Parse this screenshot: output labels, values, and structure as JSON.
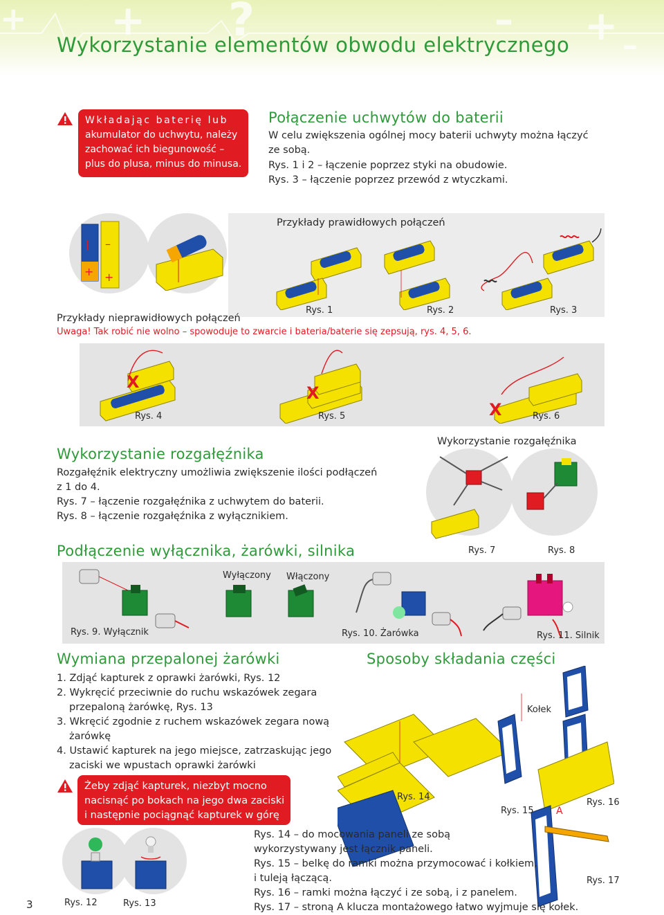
{
  "page": {
    "title": "Wykorzystanie elementów obwodu elektrycznego",
    "number": "3"
  },
  "warning_battery": {
    "lines": [
      "Wkładając baterię lub",
      "akumulator do uchwytu, należy",
      "zachować ich biegunowość –",
      "plus do plusa, minus do minusa."
    ]
  },
  "battery_connection": {
    "heading": "Połączenie uchwytów do baterii",
    "lines": [
      "W celu zwiększenia ogólnej mocy baterii uchwyty można łączyć",
      "ze sobą.",
      "Rys. 1 i 2 – łączenie poprzez styki na obudowie.",
      "Rys. 3 – łączenie poprzez przewód z wtyczkami."
    ]
  },
  "correct_examples": {
    "caption": "Przykłady prawidłowych połączeń",
    "figures": [
      "Rys. 1",
      "Rys. 2",
      "Rys. 3"
    ]
  },
  "incorrect_examples": {
    "caption": "Przykłady nieprawidłowych połączeń",
    "warning_prefix": "Uwaga!",
    "warning_text": " Tak robić nie wolno – spowoduje to zwarcie i bateria/baterie się zepsują, rys. 4, 5, 6.",
    "figures": [
      "Rys. 4",
      "Rys. 5",
      "Rys. 6"
    ]
  },
  "splitter": {
    "heading": "Wykorzystanie rozgałęźnika",
    "figure_caption": "Wykorzystanie rozgałęźnika",
    "lines": [
      "Rozgałęźnik elektryczny umożliwia zwiększenie ilości podłączeń",
      "z 1 do 4.",
      "Rys. 7 – łączenie rozgałęźnika z uchwytem do baterii.",
      "Rys. 8 – łączenie rozgałęźnika z wyłącznikiem."
    ],
    "figures": [
      "Rys. 7",
      "Rys. 8"
    ]
  },
  "connect": {
    "heading": "Podłączenie wyłącznika, żarówki, silnika",
    "off_label": "Wyłączony",
    "on_label": "Włączony",
    "figures": [
      "Rys. 9. Wyłącznik",
      "Rys. 10. Żarówka",
      "Rys. 11. Silnik"
    ]
  },
  "bulb": {
    "heading": "Wymiana przepalonej żarówki",
    "lines": [
      "1. Zdjąć kapturek z oprawki żarówki, Rys. 12",
      "2. Wykręcić przeciwnie do ruchu wskazówek zegara",
      "przepaloną żarówkę, Rys. 13",
      "3. Wkręcić zgodnie z ruchem wskazówek zegara nową",
      "żarówkę",
      "4. Ustawić kapturek na jego miejsce, zatrzaskując jego",
      "zaciski we wpustach oprawki żarówki"
    ],
    "warning_lines": [
      "Żeby zdjąć kapturek, niezbyt mocno",
      "nacisnąć po bokach na jego dwa zaciski",
      "i następnie pociągnąć kapturek w górę"
    ],
    "figures": [
      "Rys. 12",
      "Rys. 13"
    ]
  },
  "assembly": {
    "heading": "Sposoby składania części",
    "peg_label": "Kołek",
    "a_label": "A",
    "figures": [
      "Rys. 14",
      "Rys. 15",
      "Rys. 16",
      "Rys. 17"
    ],
    "lines": [
      "Rys. 14 – do mocowania paneli ze sobą",
      "wykorzystywany jest łącznik paneli.",
      "Rys. 15 – belkę do ramki można przymocować i kołkiem,",
      "i tuleją łączącą.",
      "Rys. 16 – ramki można łączyć i ze sobą, i z panelem.",
      "Rys. 17 – stroną A klucza montażowego łatwo wyjmuje się kołek."
    ]
  },
  "colors": {
    "green_heading": "#2f9a3a",
    "warning_red": "#e11b22",
    "battery_yellow": "#f5e100",
    "battery_blue": "#1f4fa8",
    "switch_green": "#1e8a35",
    "motor_pink": "#e5177e"
  }
}
